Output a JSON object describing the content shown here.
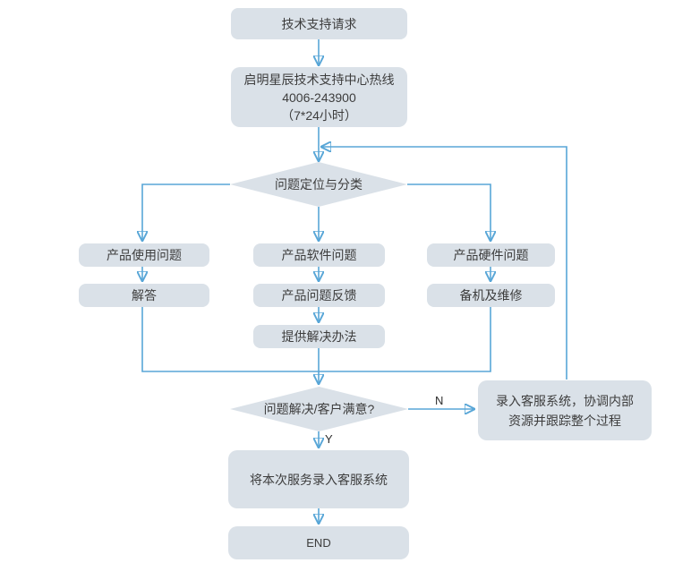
{
  "flowchart": {
    "nodes": {
      "start": "技术支持请求",
      "hotline": {
        "line1": "启明星辰技术支持中心热线",
        "line2": "4006-243900",
        "line3": "（7*24小时）"
      },
      "classify": "问题定位与分类",
      "usage_issue": "产品使用问题",
      "software_issue": "产品软件问题",
      "hardware_issue": "产品硬件问题",
      "answer": "解答",
      "issue_feedback": "产品问题反馈",
      "backup_repair": "备机及维修",
      "provide_solution": "提供解决办法",
      "resolved_question": "问题解决/客户满意?",
      "escalate": {
        "line1": "录入客服系统，协调内部",
        "line2": "资源并跟踪整个过程"
      },
      "record_service": "将本次服务录入客服系统",
      "end": "END"
    },
    "branch_labels": {
      "no": "N",
      "yes": "Y"
    },
    "colors": {
      "node_fill": "#dae1e8",
      "arrow": "#58a6d7",
      "text": "#3d3d3d",
      "background": "#ffffff"
    }
  }
}
